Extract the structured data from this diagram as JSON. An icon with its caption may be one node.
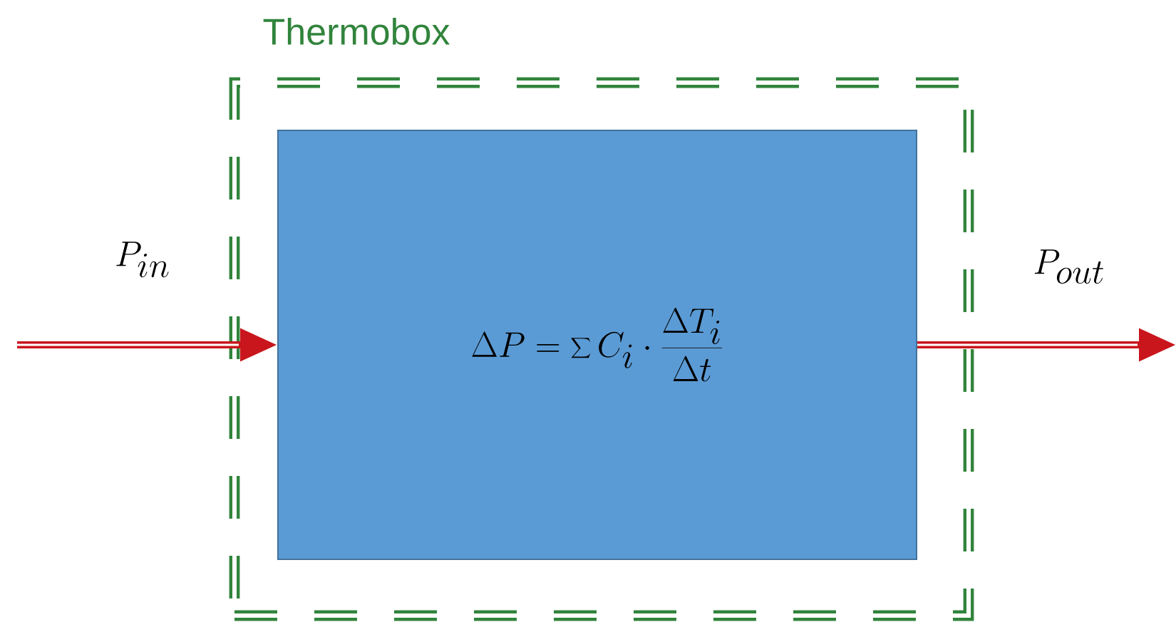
{
  "diagram": {
    "nodes": [
      {
        "text": [
          "Thermobox"
        ]
      },
      {
        "text": [
          "\\Delta P = \\sum C_i \\cdot \\frac{\\Delta T_i}{\\Delta t}"
        ],
        "in": 0
      }
    ],
    "edges": [
      {
        "from": null,
        "to": 1,
        "arrow": "to",
        "label": "P_{in}",
        "color": "#c9161d"
      },
      {
        "from": 1,
        "to": null,
        "arrow": "to",
        "label": "P_{out}",
        "color": "#c9161d"
      }
    ]
  }
}
